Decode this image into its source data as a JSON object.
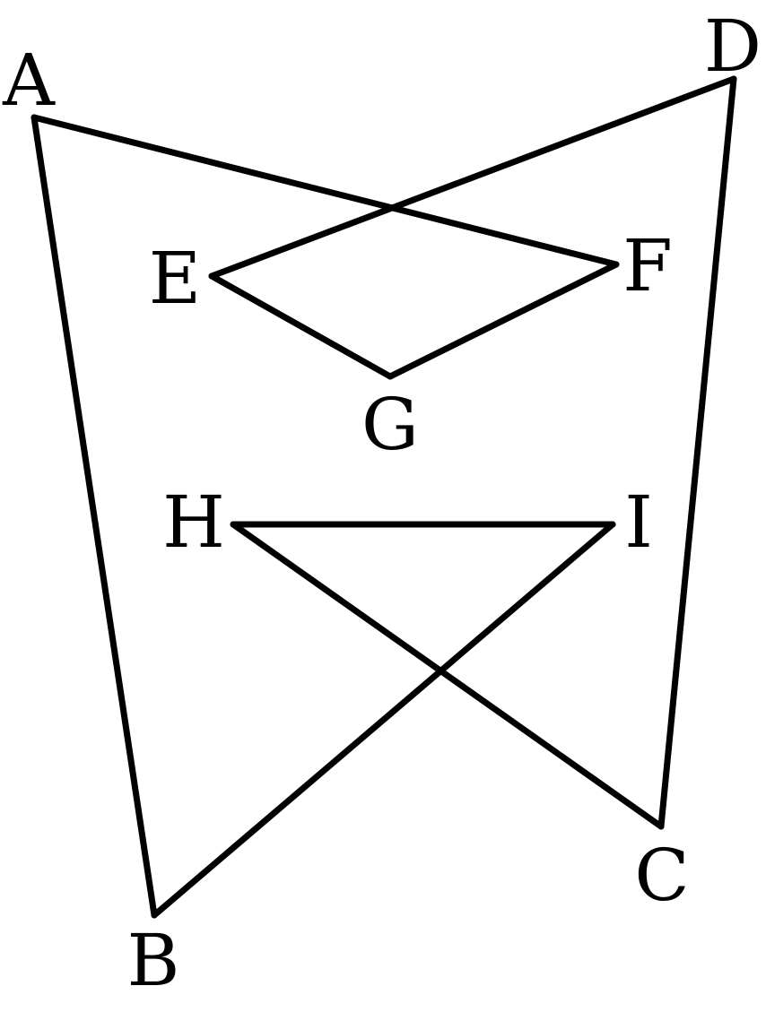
{
  "diagram": {
    "labels": {
      "A": "A",
      "B": "B",
      "C": "C",
      "D": "D",
      "E": "E",
      "F": "F",
      "G": "G",
      "H": "H",
      "I": "I"
    },
    "edges": [
      [
        "A",
        "F"
      ],
      [
        "F",
        "G"
      ],
      [
        "G",
        "E"
      ],
      [
        "E",
        "D"
      ],
      [
        "D",
        "C"
      ],
      [
        "C",
        "H"
      ],
      [
        "H",
        "I"
      ],
      [
        "I",
        "B"
      ],
      [
        "B",
        "A"
      ]
    ],
    "stroke_color": "#000000",
    "background_color": "#ffffff"
  }
}
